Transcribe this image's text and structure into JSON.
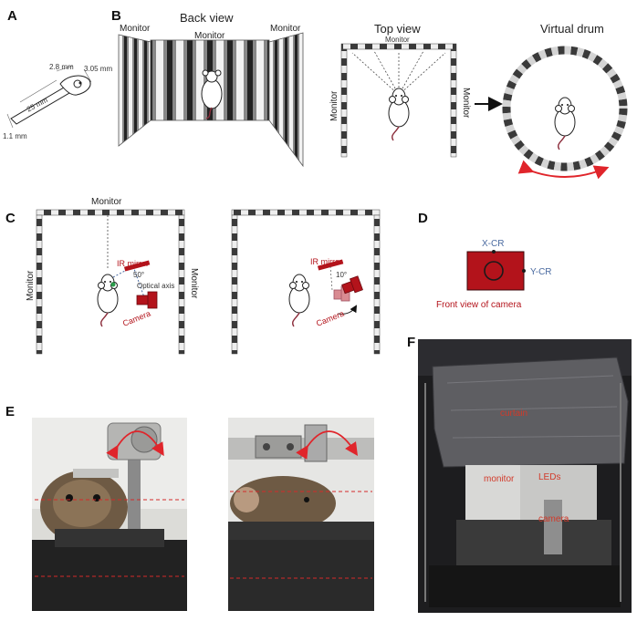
{
  "panels": {
    "A": "A",
    "B": "B",
    "C": "C",
    "D": "D",
    "E": "E",
    "F": "F"
  },
  "panelA": {
    "dim_28": "2.8 mm",
    "dim_305": "3.05 mm",
    "dim_25": "25 mm",
    "dim_11": "1.1 mm"
  },
  "panelB": {
    "back_view_title": "Back view",
    "top_view_title": "Top view",
    "virtual_drum_title": "Virtual drum",
    "monitor_left": "Monitor",
    "monitor_center": "Monitor",
    "monitor_right": "Monitor",
    "top_monitor_top": "Monitor",
    "top_monitor_left": "Monitor",
    "top_monitor_right": "Monitor"
  },
  "panelC": {
    "monitor_top": "Monitor",
    "monitor_left": "Monitor",
    "monitor_right": "Monitor",
    "ir_mirror_1": "IR mirror",
    "optical_axis": "Optical axis",
    "camera_1": "Camera",
    "angle_1": "50°",
    "ir_mirror_2": "IR mirror",
    "camera_2": "Camera",
    "angle_2": "10°"
  },
  "panelD": {
    "x_cr": "X-CR",
    "y_cr": "Y-CR",
    "caption": "Front view of camera"
  },
  "panelF": {
    "curtain": "curtain",
    "monitor": "monitor",
    "leds": "LEDs",
    "camera": "camera"
  },
  "colors": {
    "red": "#b3131b",
    "pink": "#d98b92",
    "blue_label": "#4a6aa0",
    "arrow_red": "#e0252b"
  }
}
